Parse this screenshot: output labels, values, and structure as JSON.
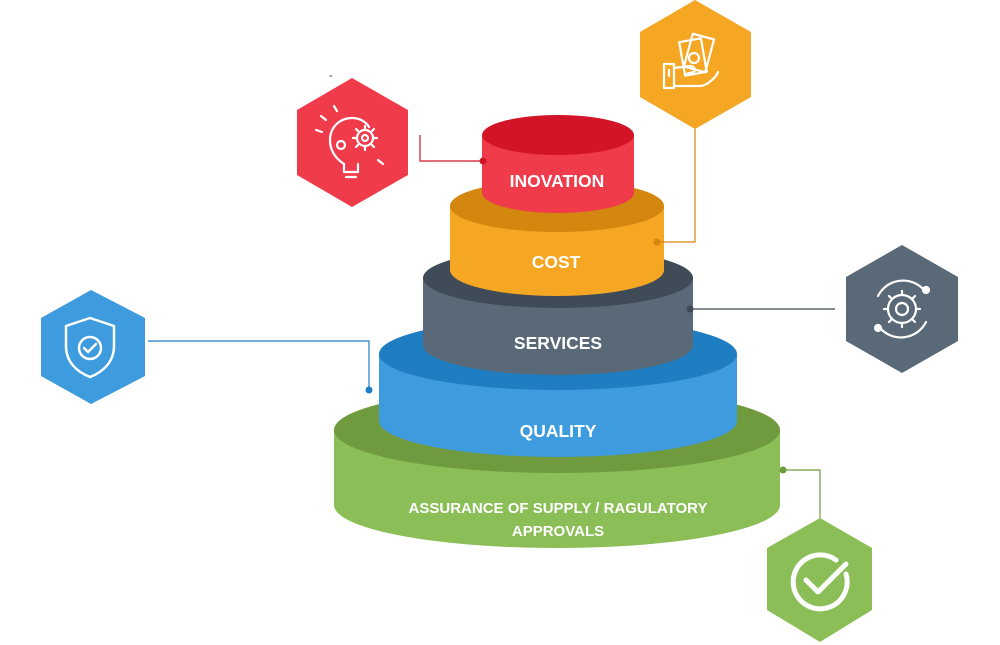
{
  "tiers": [
    {
      "id": "assurance",
      "label_lines": [
        "ASSURANCE OF SUPPLY / RAGULATORY",
        "APPROVALS"
      ],
      "color": "#8BBE57",
      "top_color": "#6F9A3E",
      "icon": "check-circle-icon"
    },
    {
      "id": "quality",
      "label_lines": [
        "QUALITY"
      ],
      "color": "#3E9BDE",
      "top_color": "#1F7EC2",
      "icon": "shield-check-icon"
    },
    {
      "id": "services",
      "label_lines": [
        "SERVICES"
      ],
      "color": "#5A6977",
      "top_color": "#3F4B56",
      "icon": "gear-cycle-icon"
    },
    {
      "id": "cost",
      "label_lines": [
        "COST"
      ],
      "color": "#F5A623",
      "top_color": "#D4870E",
      "icon": "money-hand-icon"
    },
    {
      "id": "innovation",
      "label_lines": [
        "INOVATION"
      ],
      "color": "#F03B4B",
      "top_color": "#D11426",
      "icon": "lightbulb-gear-icon"
    }
  ],
  "stray_mark": "-"
}
